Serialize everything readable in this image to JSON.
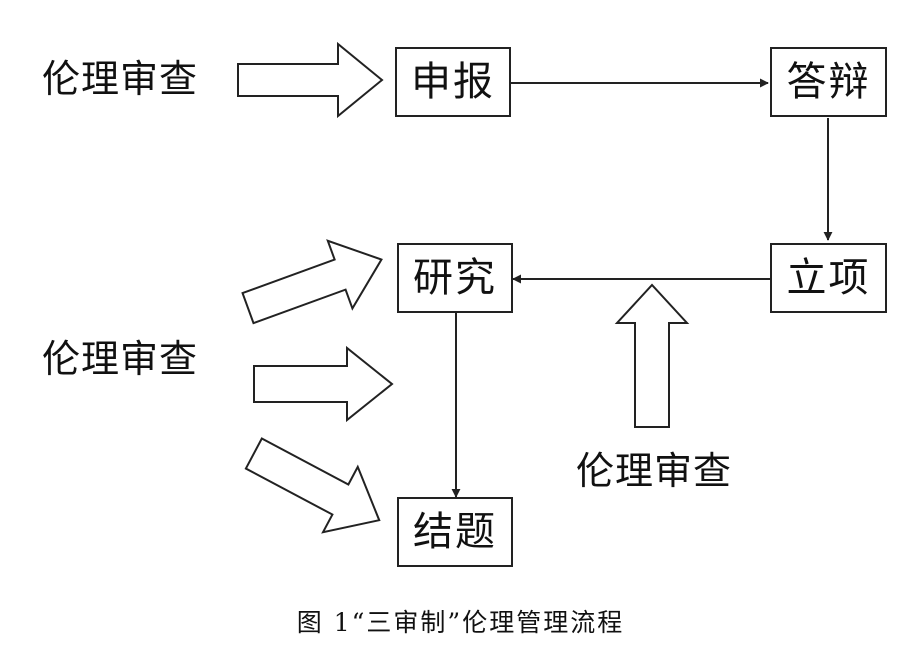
{
  "boxes": {
    "declare": "申报",
    "defense": "答辩",
    "approval": "立项",
    "research": "研究",
    "conclusion": "结题"
  },
  "ethics_review_labels": {
    "top": "伦理审查",
    "middle": "伦理审查",
    "bottom": "伦理审查"
  },
  "caption": "图 1“三审制”伦理管理流程"
}
